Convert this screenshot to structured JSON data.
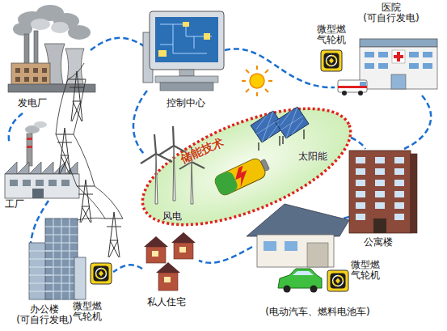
{
  "diagram": {
    "nodes": [
      {
        "text": [
          "储能技术",
          "太阳能",
          "风电"
        ]
      }
    ],
    "labels": [
      "发电厂",
      "控制中心",
      "医院 (可自行发电)",
      "微型燃 气轮机",
      "工厂",
      "公寓楼",
      "办公楼 (可自行发电)",
      "微型燃 气轮机",
      "私人住宅",
      "(电动汽车、燃料电池车)",
      "微型燃 气轮机"
    ]
  }
}
